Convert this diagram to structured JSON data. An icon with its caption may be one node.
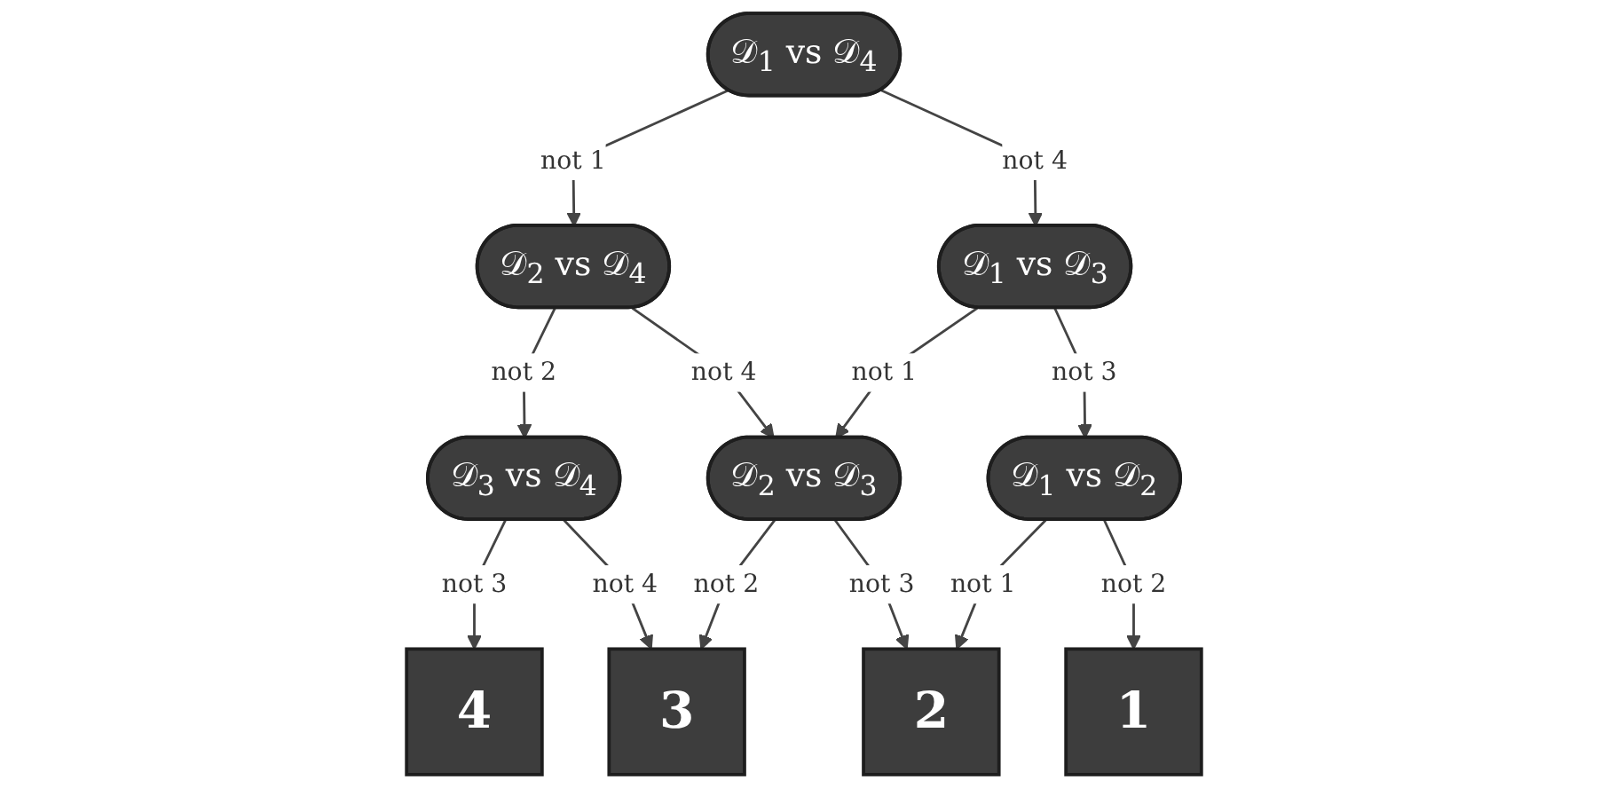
{
  "diagram": {
    "nodes": [
      {
        "text": [
          "𝒟$_{1}$ vs 𝒟$_{4}$"
        ]
      },
      {
        "text": [
          "𝒟$_{2}$ vs 𝒟$_{4}$"
        ]
      },
      {
        "text": [
          "𝒟$_{1}$ vs 𝒟$_{3}$"
        ]
      },
      {
        "text": [
          "𝒟$_{3}$ vs 𝒟$_{4}$"
        ]
      },
      {
        "text": [
          "𝒟$_{2}$ vs 𝒟$_{3}$"
        ]
      },
      {
        "text": [
          "𝒟$_{1}$ vs 𝒟$_{2}$"
        ]
      },
      {
        "text": [
          "4"
        ]
      },
      {
        "text": [
          "3"
        ]
      },
      {
        "text": [
          "2"
        ]
      },
      {
        "text": [
          "1"
        ]
      }
    ],
    "edges": [
      {
        "from": 0,
        "to": 1,
        "arrow": "to",
        "label": "not 1"
      },
      {
        "from": 0,
        "to": 2,
        "arrow": "to",
        "label": "not 4"
      },
      {
        "from": 1,
        "to": 3,
        "arrow": "to",
        "label": "not 2"
      },
      {
        "from": 1,
        "to": 4,
        "arrow": "to",
        "label": "not 4"
      },
      {
        "from": 2,
        "to": 4,
        "arrow": "to",
        "label": "not 1"
      },
      {
        "from": 2,
        "to": 5,
        "arrow": "to",
        "label": "not 3"
      },
      {
        "from": 3,
        "to": 6,
        "arrow": "to",
        "label": "not 3"
      },
      {
        "from": 3,
        "to": 7,
        "arrow": "to",
        "label": "not 4"
      },
      {
        "from": 4,
        "to": 7,
        "arrow": "to",
        "label": "not 2"
      },
      {
        "from": 4,
        "to": 8,
        "arrow": "to",
        "label": "not 3"
      },
      {
        "from": 5,
        "to": 8,
        "arrow": "to",
        "label": "not 1"
      },
      {
        "from": 5,
        "to": 9,
        "arrow": "to",
        "label": "not 2"
      }
    ]
  }
}
